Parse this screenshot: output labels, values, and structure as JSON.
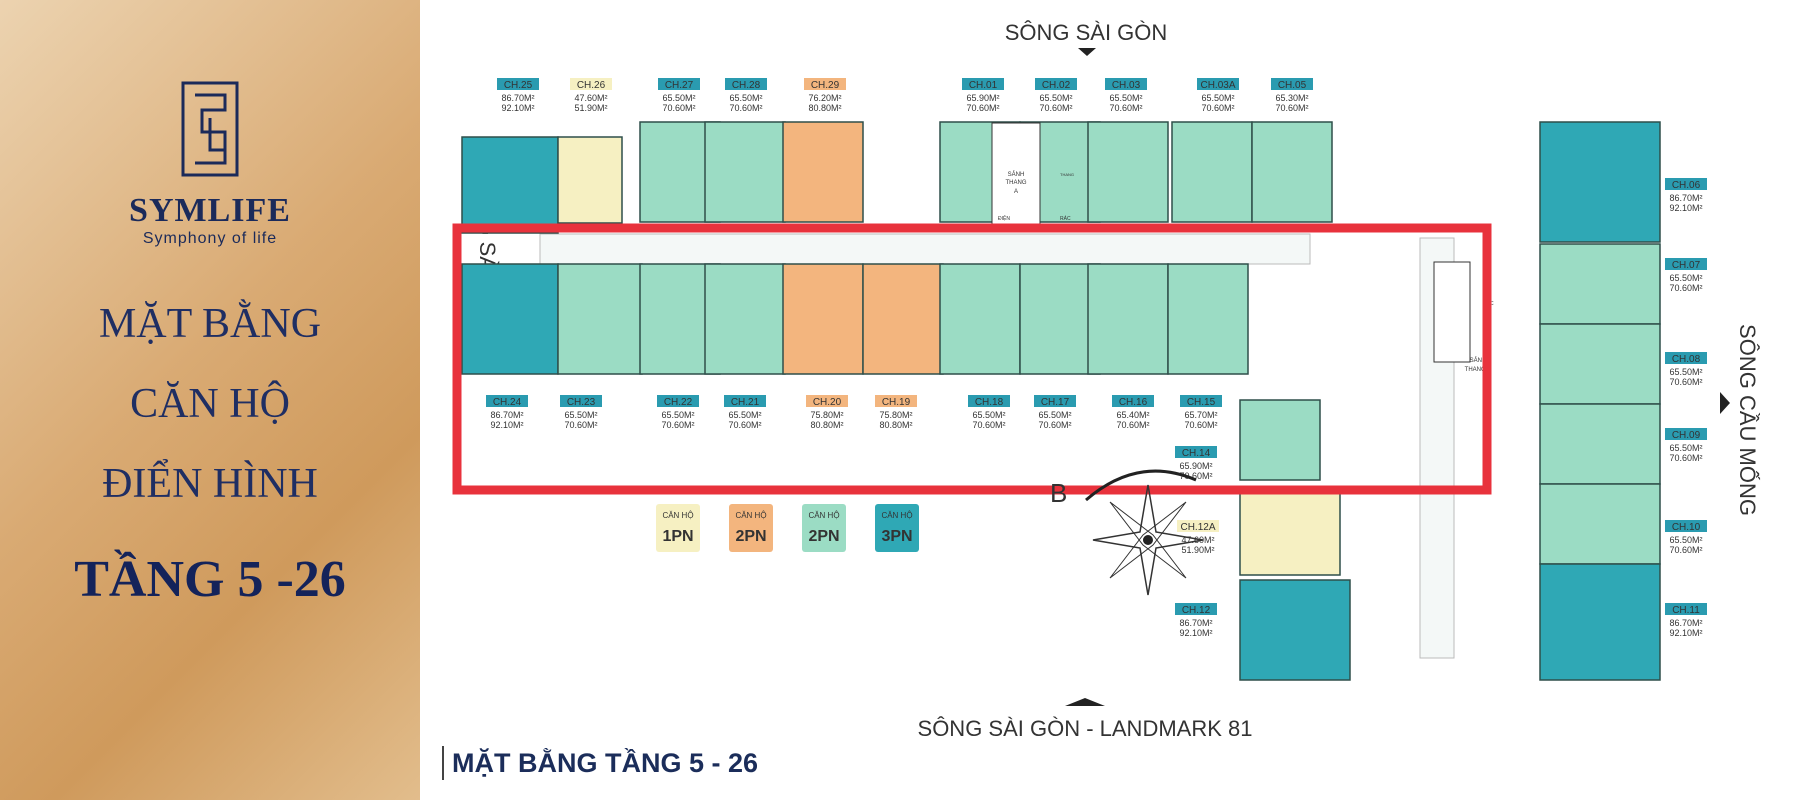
{
  "sidebar": {
    "brand": "SYMLIFE",
    "tagline": "Symphony of life",
    "lines": [
      "MẶT BẰNG",
      "CĂN HỘ",
      "ĐIỂN HÌNH",
      "TẦNG 5 -26"
    ]
  },
  "compass": {
    "top": "SÔNG SÀI GÒN",
    "bottom": "SÔNG SÀI GÒN - LANDMARK 81",
    "left": "SÔNG SÀI GÒN",
    "right": "SÔNG CẦU MỐNG",
    "north": "B"
  },
  "footer_title": "MẶT BẰNG TẦNG 5 - 26",
  "cores": {
    "a": [
      "SẢNH",
      "THANG",
      "A"
    ],
    "b": [
      "SẢNH",
      "THANG B"
    ],
    "tiny": [
      "ĐIỆN",
      "RÁC",
      "THANG",
      "RÁC"
    ]
  },
  "legend": [
    {
      "top": "CĂN HỘ",
      "bottom": "1PN",
      "color": "#f6f0c2"
    },
    {
      "top": "CĂN HỘ",
      "bottom": "2PN",
      "color": "#f3b57e"
    },
    {
      "top": "CĂN HỘ",
      "bottom": "2PN",
      "color": "#9bdcc4"
    },
    {
      "top": "CĂN HỘ",
      "bottom": "3PN",
      "color": "#2fa8b5"
    }
  ],
  "colors": {
    "1pn": "#f6f0c2",
    "2pn_orange": "#f3b57e",
    "2pn_green": "#9bdcc4",
    "3pn": "#2fa8b5",
    "highlight": "#e8323c",
    "tag": "#2a9bb0"
  },
  "units": [
    {
      "code": "CH.25",
      "a": "86.70M²",
      "b": "92.10M²",
      "type": "3pn"
    },
    {
      "code": "CH.26",
      "a": "47.60M²",
      "b": "51.90M²",
      "type": "1pn"
    },
    {
      "code": "CH.27",
      "a": "65.50M²",
      "b": "70.60M²",
      "type": "2pn_green"
    },
    {
      "code": "CH.28",
      "a": "65.50M²",
      "b": "70.60M²",
      "type": "2pn_green"
    },
    {
      "code": "CH.29",
      "a": "76.20M²",
      "b": "80.80M²",
      "type": "2pn_orange"
    },
    {
      "code": "CH.01",
      "a": "65.90M²",
      "b": "70.60M²",
      "type": "2pn_green"
    },
    {
      "code": "CH.02",
      "a": "65.50M²",
      "b": "70.60M²",
      "type": "2pn_green"
    },
    {
      "code": "CH.03",
      "a": "65.50M²",
      "b": "70.60M²",
      "type": "2pn_green"
    },
    {
      "code": "CH.03A",
      "a": "65.50M²",
      "b": "70.60M²",
      "type": "2pn_green"
    },
    {
      "code": "CH.05",
      "a": "65.30M²",
      "b": "70.60M²",
      "type": "2pn_green"
    },
    {
      "code": "CH.24",
      "a": "86.70M²",
      "b": "92.10M²",
      "type": "3pn"
    },
    {
      "code": "CH.23",
      "a": "65.50M²",
      "b": "70.60M²",
      "type": "2pn_green"
    },
    {
      "code": "CH.22",
      "a": "65.50M²",
      "b": "70.60M²",
      "type": "2pn_green"
    },
    {
      "code": "CH.21",
      "a": "65.50M²",
      "b": "70.60M²",
      "type": "2pn_green"
    },
    {
      "code": "CH.20",
      "a": "75.80M²",
      "b": "80.80M²",
      "type": "2pn_orange"
    },
    {
      "code": "CH.19",
      "a": "75.80M²",
      "b": "80.80M²",
      "type": "2pn_orange"
    },
    {
      "code": "CH.18",
      "a": "65.50M²",
      "b": "70.60M²",
      "type": "2pn_green"
    },
    {
      "code": "CH.17",
      "a": "65.50M²",
      "b": "70.60M²",
      "type": "2pn_green"
    },
    {
      "code": "CH.16",
      "a": "65.40M²",
      "b": "70.60M²",
      "type": "2pn_green"
    },
    {
      "code": "CH.15",
      "a": "65.70M²",
      "b": "70.60M²",
      "type": "2pn_green"
    },
    {
      "code": "CH.14",
      "a": "65.90M²",
      "b": "70.60M²",
      "type": "2pn_green"
    },
    {
      "code": "CH.12A",
      "a": "47.60M²",
      "b": "51.90M²",
      "type": "1pn"
    },
    {
      "code": "CH.12",
      "a": "86.70M²",
      "b": "92.10M²",
      "type": "3pn"
    },
    {
      "code": "CH.06",
      "a": "86.70M²",
      "b": "92.10M²",
      "type": "3pn"
    },
    {
      "code": "CH.07",
      "a": "65.50M²",
      "b": "70.60M²",
      "type": "2pn_green"
    },
    {
      "code": "CH.08",
      "a": "65.50M²",
      "b": "70.60M²",
      "type": "2pn_green"
    },
    {
      "code": "CH.09",
      "a": "65.50M²",
      "b": "70.60M²",
      "type": "2pn_green"
    },
    {
      "code": "CH.10",
      "a": "65.50M²",
      "b": "70.60M²",
      "type": "2pn_green"
    },
    {
      "code": "CH.11",
      "a": "86.70M²",
      "b": "92.10M²",
      "type": "3pn"
    }
  ]
}
